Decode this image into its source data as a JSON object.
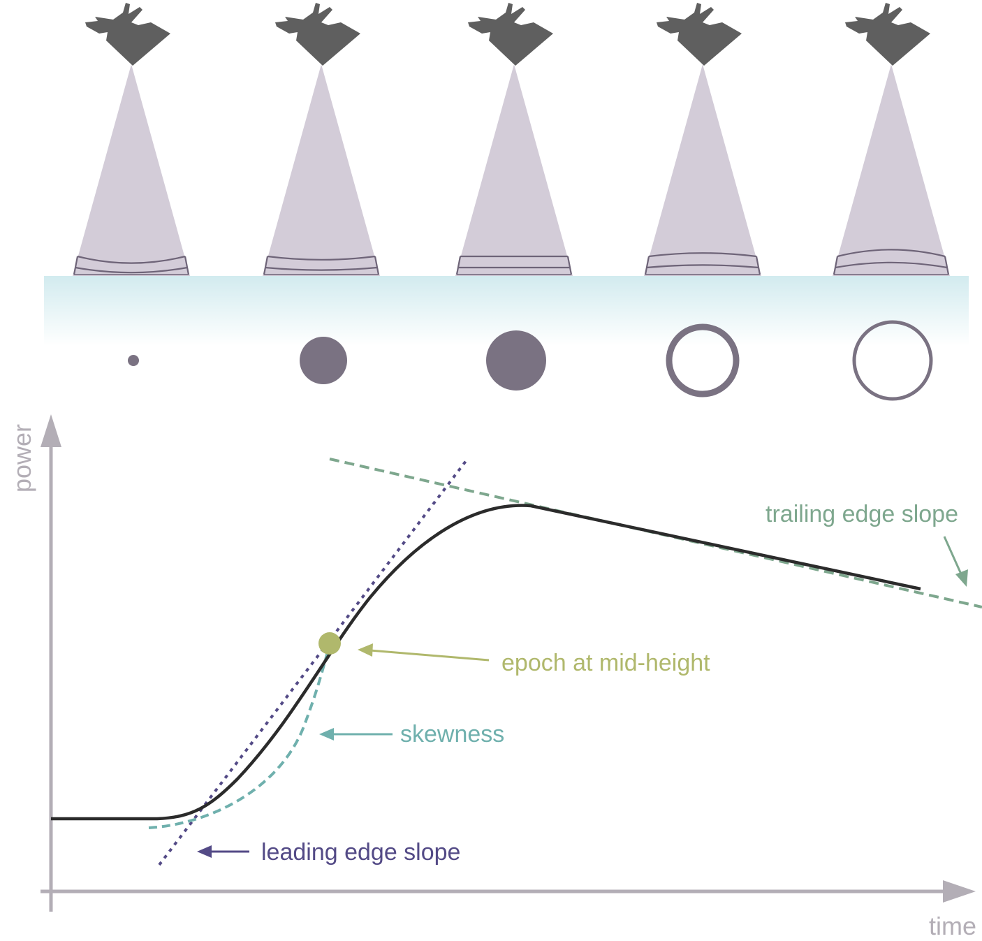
{
  "colors": {
    "satellite": "#5f5f5f",
    "beam": "#d3ccd8",
    "wave_outline": "#6e6478",
    "water_top": "#d2ebef",
    "footprint": "#7a7282",
    "axis": "#b3aeb6",
    "waveform": "#2b2b2b",
    "leading_edge": "#534a86",
    "trailing_edge": "#7ea78e",
    "skewness": "#6fb0ad",
    "epoch": "#b0b86c"
  },
  "icons": {
    "satellite": "satellite-icon",
    "arrow": "arrow-icon"
  },
  "diagram": {
    "footprints": [
      {
        "shape": "dot"
      },
      {
        "shape": "filled-disc"
      },
      {
        "shape": "filled-disc"
      },
      {
        "shape": "thick-ring"
      },
      {
        "shape": "thin-ring"
      }
    ]
  },
  "axes": {
    "y_label": "power",
    "x_label": "time"
  },
  "annotations": {
    "trailing_edge": "trailing edge slope",
    "epoch": "epoch at mid-height",
    "skewness": "skewness",
    "leading_edge": "leading edge slope"
  }
}
